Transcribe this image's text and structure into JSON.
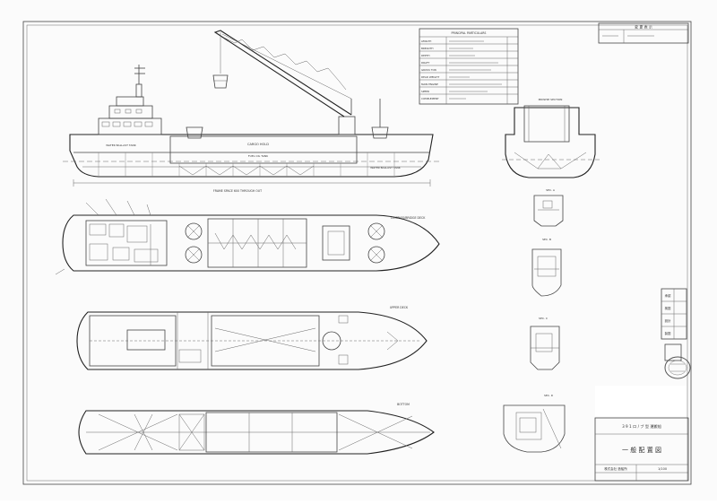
{
  "drawing": {
    "vessel_type": "3 9 1 ロ / ブ 型  運搬船",
    "drawing_title": "一 般 配 置 図",
    "scale": "1/100"
  },
  "views": {
    "compass_deck": "COMPASS/BRIDGE DECK",
    "upper_deck": "UPPER DECK",
    "bottom": "BOTTOM",
    "midship": "MIDSHIP SECTION",
    "section_labels": [
      "SEC. A",
      "SEC. B",
      "SEC. C",
      "SEC. D"
    ]
  },
  "side_elevation": {
    "hold_label": "CARGO HOLD",
    "tank_labels": [
      "WATER BALLAST TANK",
      "FUEL OIL TANK",
      "WATER BALLAST TANK"
    ],
    "dimension_label": "FRAME SPACE 600 THROUGH OUT"
  },
  "particulars": {
    "heading": "PRINCIPAL PARTICULARS",
    "rows": [
      "LENGTH",
      "BREADTH",
      "DEPTH",
      "DRAFT",
      "GROSS TON",
      "DEAD WEIGHT",
      "MAIN ENGINE",
      "SPEED",
      "COMPLEMENT"
    ]
  },
  "revision": {
    "heading": "変 更 表 示"
  },
  "approval_stamps": [
    "承認",
    "検図",
    "設計",
    "製図"
  ],
  "company": "株式会社 造船所",
  "colors": {
    "line": "#444444",
    "paper": "#fbfbfb",
    "redaction": "#ffffff"
  },
  "icons": [
    "ship-side-elevation",
    "crane",
    "grab-bucket",
    "stamp-seal"
  ]
}
